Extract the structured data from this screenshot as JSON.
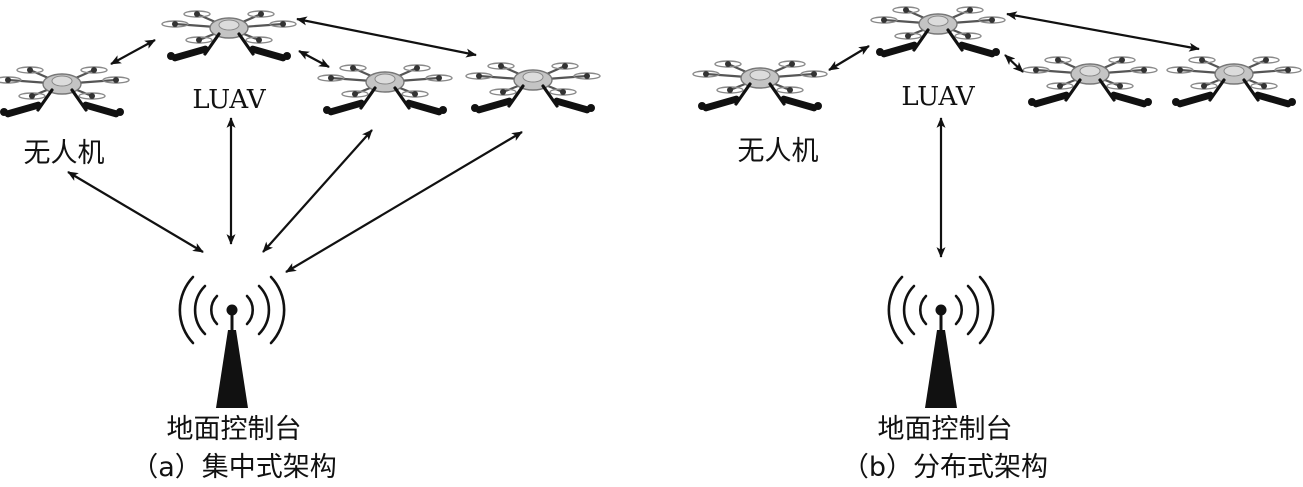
{
  "panels": {
    "a": {
      "drone_label": "无人机",
      "leader_label": "LUAV",
      "ground_label": "地面控制台",
      "caption": "（a）集中式架构"
    },
    "b": {
      "drone_label": "无人机",
      "leader_label": "LUAV",
      "ground_label": "地面控制台",
      "caption": "（b）分布式架构"
    }
  },
  "icons": {
    "drone": "hexacopter-drone-icon",
    "ground_station": "radio-tower-icon"
  },
  "colors": {
    "line": "#111111",
    "drone_body": "#bfbfbf",
    "tower": "#111111"
  }
}
